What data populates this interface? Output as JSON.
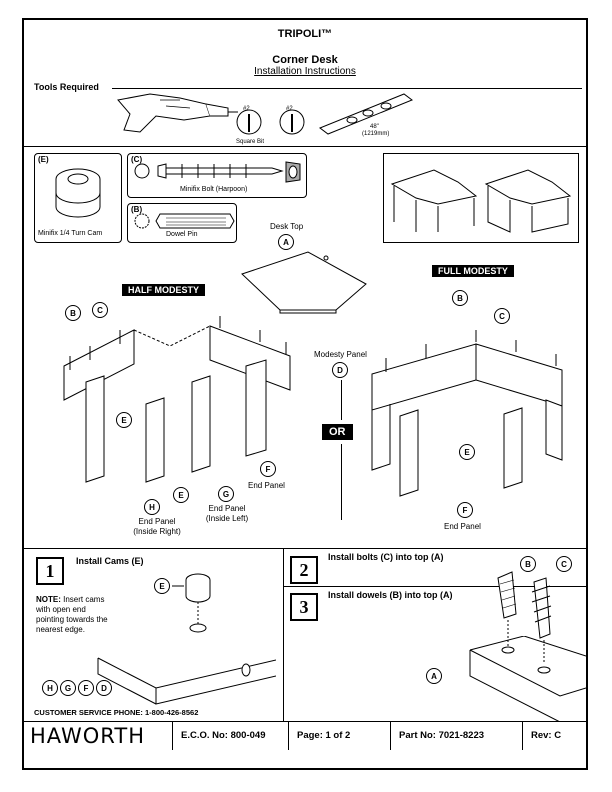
{
  "header": {
    "product": "TRIPOLI™",
    "model": "Corner Desk",
    "doc_type": "Installation Instructions"
  },
  "tools": {
    "heading": "Tools Required",
    "bit1": "#2",
    "bit2": "#2",
    "bit1_caption": "Square Bit",
    "level_length": "48\"",
    "level_metric": "(1219mm)"
  },
  "hardware": {
    "cam": {
      "tag": "(E)",
      "name": "Minifix 1/4 Turn Cam"
    },
    "bolt": {
      "tag": "(C)",
      "name": "Minifix Bolt (Harpoon)"
    },
    "dowel": {
      "tag": "(B)",
      "name": "Dowel Pin"
    }
  },
  "diagram": {
    "desk_top": "Desk Top",
    "modesty_panel": "Modesty Panel",
    "half_modesty": "HALF MODESTY",
    "full_modesty": "FULL MODESTY",
    "or": "OR",
    "end_panel": "End Panel",
    "end_panel_inside_right_1": "End Panel",
    "end_panel_inside_right_2": "(Inside Right)",
    "end_panel_inside_left_1": "End Panel",
    "end_panel_inside_left_2": "(Inside Left)",
    "end_panel_full": "End Panel",
    "letters": {
      "a": "A",
      "b": "B",
      "c": "C",
      "d": "D",
      "e": "E",
      "f": "F",
      "g": "G",
      "h": "H"
    }
  },
  "steps": [
    {
      "num": "1",
      "title": "Install Cams (E)",
      "note_label": "NOTE:",
      "note_text": "Insert cams with open end pointing towards the nearest edge."
    },
    {
      "num": "2",
      "title": "Install bolts (C) into top (A)"
    },
    {
      "num": "3",
      "title": "Install dowels (B) into top (A)"
    }
  ],
  "footer": {
    "phone": "CUSTOMER SERVICE PHONE: 1-800-426-8562",
    "brand": "HAWORTH",
    "eco": "E.C.O. No: 800-049",
    "page": "Page: 1 of 2",
    "part": "Part No: 7021-8223",
    "rev": "Rev: C"
  }
}
